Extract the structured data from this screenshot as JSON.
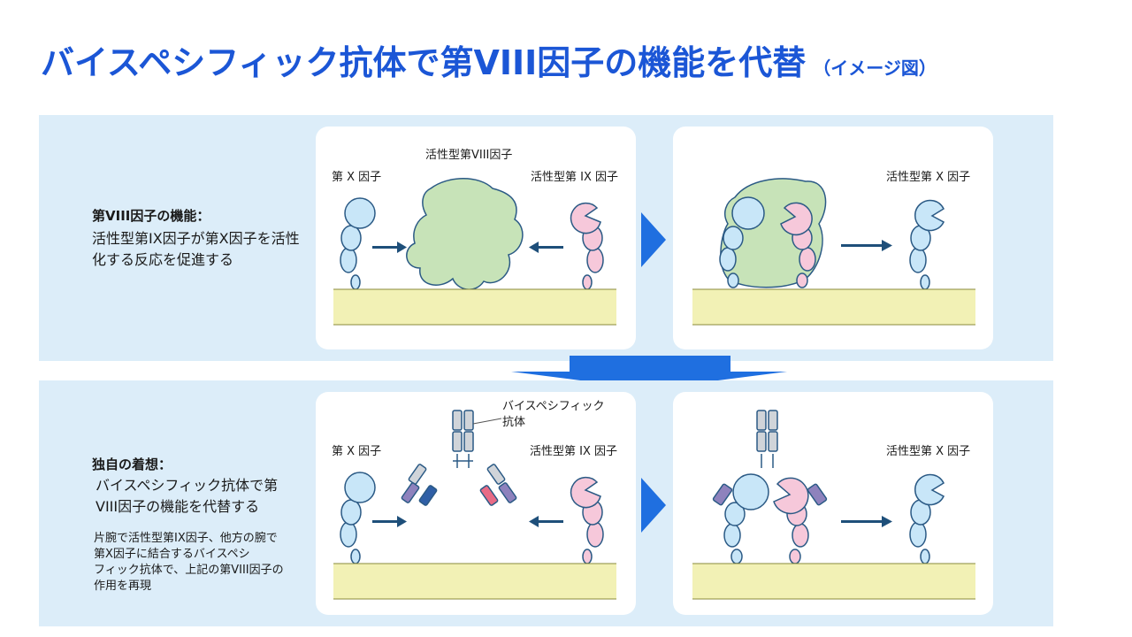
{
  "title": {
    "main": "バイスペシフィック抗体で第VIII因子の機能を代替",
    "sub": "（イメージ図）"
  },
  "top_section": {
    "heading": "第VIII因子の機能：",
    "body_lines": [
      "活性型第IX因子が第X因子を活性",
      "化する反応を促進する"
    ],
    "panel1": {
      "label_fx": "第 X 因子",
      "label_f8a": "活性型第VIII因子",
      "label_f9a": "活性型第 IX 因子"
    },
    "panel2": {
      "label_fxa": "活性型第 X 因子"
    }
  },
  "bottom_section": {
    "heading": "独自の着想：",
    "body_lines": [
      "バイスペシフィック抗体で第",
      "VIII因子の機能を代替する"
    ],
    "detail_lines": [
      "片腕で活性型第IX因子、他方の腕で",
      "第X因子に結合するバイスペシ",
      "フィック抗体で、上記の第VIII因子の",
      "作用を再現"
    ],
    "panel1": {
      "label_fx": "第 X 因子",
      "label_antibody": [
        "バイスペシフィック",
        "抗体"
      ],
      "label_f9a": "活性型第 IX 因子"
    },
    "panel2": {
      "label_fxa": "活性型第 X 因子"
    }
  },
  "colors": {
    "title": "#1b56d6",
    "band": "#dcedf9",
    "arrow": "#1f6fe0",
    "factor_x": "#c8e6f8",
    "factor_ix": "#f6c8da",
    "factor_viii": "#c7e3b8",
    "membrane": "#f2f1b5"
  }
}
